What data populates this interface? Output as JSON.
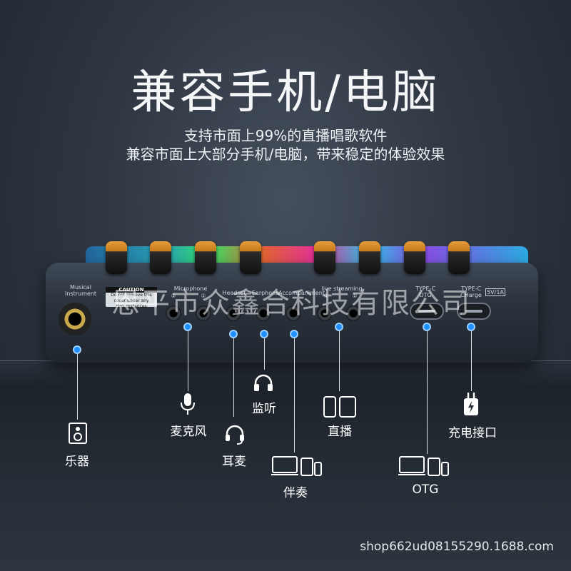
{
  "headline": "兼容手机/电脑",
  "subtitle_line1": "支持市面上99%的直播唱歌软件",
  "subtitle_line2": "兼容市面上大部分手机/电脑，带来稳定的体验效果",
  "panel": {
    "musical_instrument": "Musical Instrument",
    "caution_title": "CAUTION",
    "caution_text": "Do not remove this cover under any circumstances",
    "microphone": "Microphone",
    "mic2": "②",
    "mic1": "①",
    "headset": "Headset",
    "earphone": "Earphone",
    "accompaniment": "Accompaniment",
    "live_streaming": "live streaming",
    "live2": "②",
    "live1": "①",
    "typec_otg_1": "TYPE-C",
    "typec_otg_2": "OTG",
    "typec_charge_1": "TYPE-C",
    "typec_charge_2": "CHarge",
    "power_rating": "5V/1A"
  },
  "watermark": "恩平市众鑫合科技有限公司",
  "labels": {
    "instrument": "乐器",
    "microphone": "麦克风",
    "headset": "耳麦",
    "monitor": "监听",
    "accompaniment": "伴奏",
    "live": "直播",
    "otg": "OTG",
    "charge": "充电接口"
  },
  "icons": {
    "instrument": "speaker-icon",
    "microphone": "microphone-icon",
    "headset": "headset-icon",
    "monitor": "headphones-icon",
    "accompaniment": "devices-icon",
    "live": "phone-tablet-icon",
    "otg": "devices-icon",
    "charge": "charger-icon"
  },
  "footer": "shop662ud08155290.1688.com",
  "colors": {
    "callout_dot": "#1e90ff",
    "knob_accent": "#e59c3a"
  }
}
